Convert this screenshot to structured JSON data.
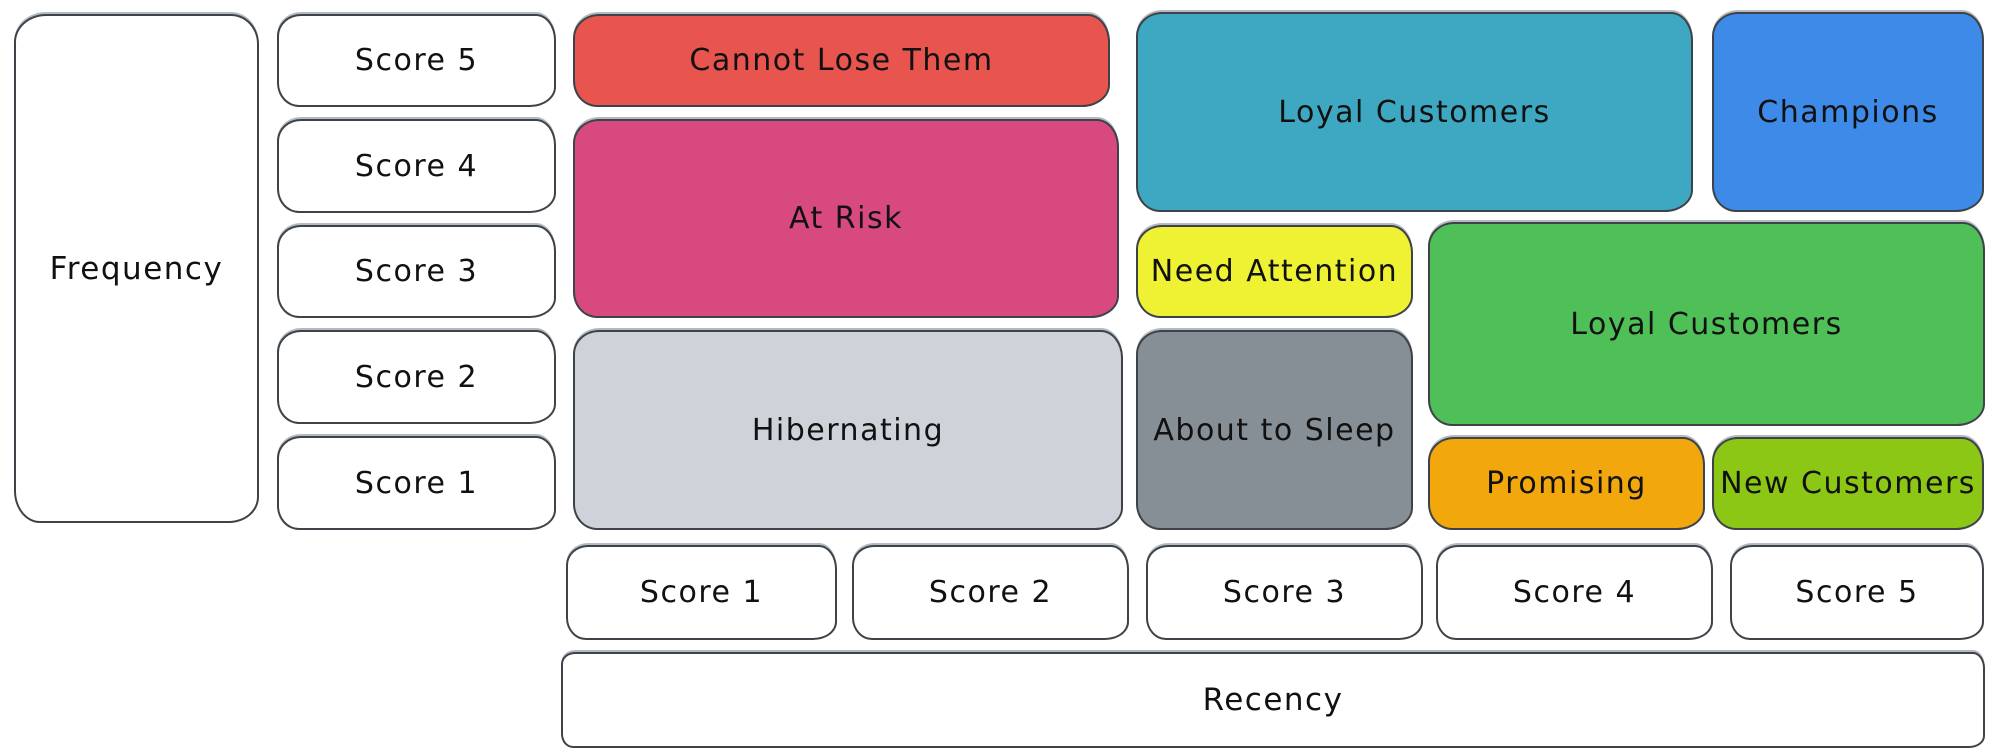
{
  "diagram": {
    "type": "rfm-customer-segmentation-matrix",
    "axes": {
      "frequency": {
        "label": "Frequency",
        "scores": [
          "Score 5",
          "Score 4",
          "Score 3",
          "Score 2",
          "Score 1"
        ]
      },
      "recency": {
        "label": "Recency",
        "scores": [
          "Score 1",
          "Score 2",
          "Score 3",
          "Score 4",
          "Score 5"
        ]
      }
    },
    "segments": [
      {
        "id": "cannot-lose-them",
        "label": "Cannot Lose Them",
        "color": "#e8554f"
      },
      {
        "id": "at-risk",
        "label": "At Risk",
        "color": "#d84a7f"
      },
      {
        "id": "hibernating",
        "label": "Hibernating",
        "color": "#ced3da"
      },
      {
        "id": "loyal-customers-top",
        "label": "Loyal Customers",
        "color": "#3ea8c2"
      },
      {
        "id": "champions",
        "label": "Champions",
        "color": "#3e8ae8"
      },
      {
        "id": "need-attention",
        "label": "Need Attention",
        "color": "#eef233"
      },
      {
        "id": "loyal-customers-mid",
        "label": "Loyal Customers",
        "color": "#4fbf57"
      },
      {
        "id": "about-to-sleep",
        "label": "About to Sleep",
        "color": "#868e96"
      },
      {
        "id": "promising",
        "label": "Promising",
        "color": "#f2a70c"
      },
      {
        "id": "new-customers",
        "label": "New Customers",
        "color": "#8bc714"
      }
    ],
    "colors": {
      "border": "#3d4348",
      "text": "#111111",
      "background": "#ffffff"
    }
  }
}
